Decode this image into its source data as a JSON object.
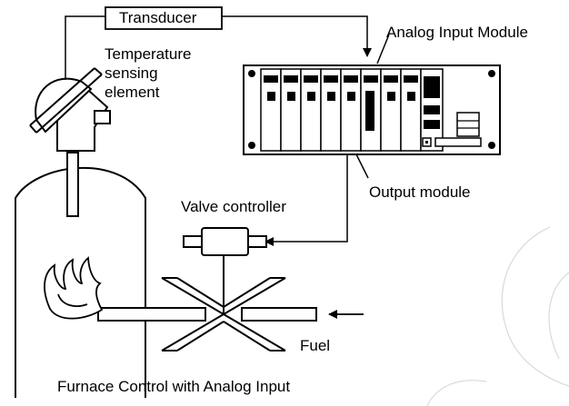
{
  "labels": {
    "transducer": "Transducer",
    "analog_input_module": "Analog Input Module",
    "temperature_line1": "Temperature",
    "temperature_line2": "sensing",
    "temperature_line3": "element",
    "output_module": "Output module",
    "valve_controller": "Valve controller",
    "fuel": "Fuel",
    "caption": "Furnace Control with Analog Input"
  },
  "colors": {
    "stroke": "#000000",
    "background": "#ffffff",
    "watermark": "#d9d9d9"
  },
  "icons": {
    "plc_rack": "plc-rack-icon",
    "sensor": "temperature-sensor-icon",
    "furnace": "furnace-icon",
    "valve": "valve-icon",
    "flame": "flame-icon"
  }
}
